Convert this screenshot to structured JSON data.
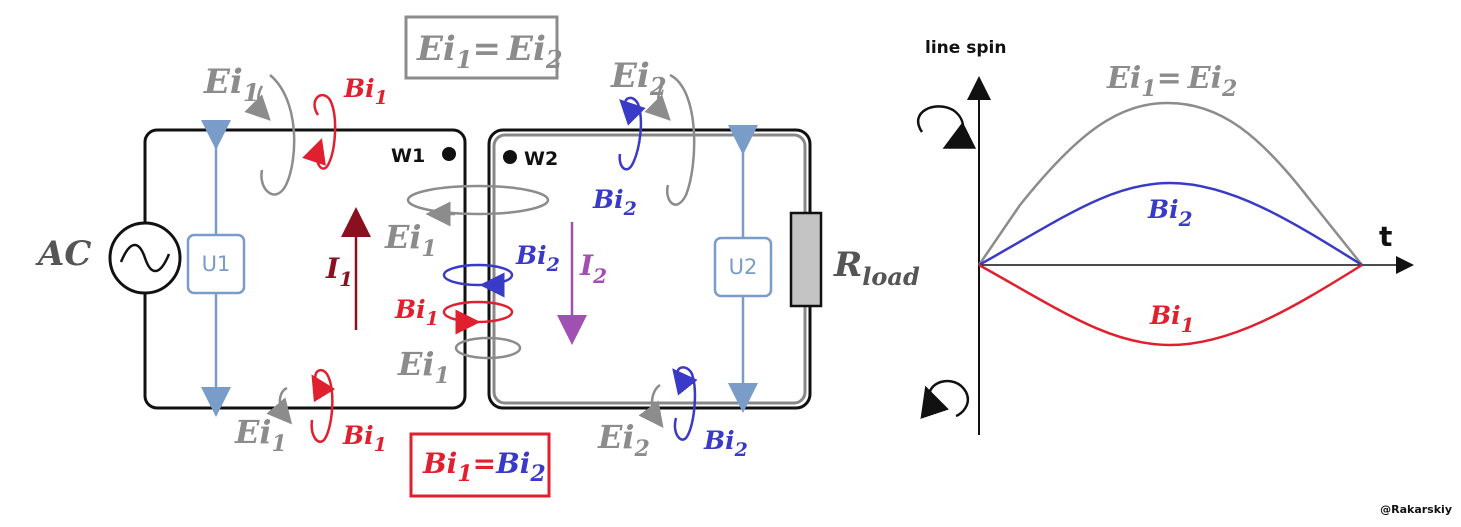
{
  "colors": {
    "gray": "#8c8c8c",
    "red": "#e0202e",
    "blue": "#3a3ac8",
    "steel": "#7a9cc8",
    "darkred": "#8a1020",
    "purple": "#a050b0",
    "black": "#111111"
  },
  "labels": {
    "ei": "Ei",
    "bi": "Bi",
    "sub1": "1",
    "sub2": "2",
    "eq": "=",
    "ac": "AC",
    "u1": "U1",
    "u2": "U2",
    "w1": "W1",
    "w2": "W2",
    "i": "I",
    "r": "R",
    "load": "load",
    "line_spin": "line spin",
    "t_axis": "t",
    "credit": "@Rakarskiy"
  }
}
